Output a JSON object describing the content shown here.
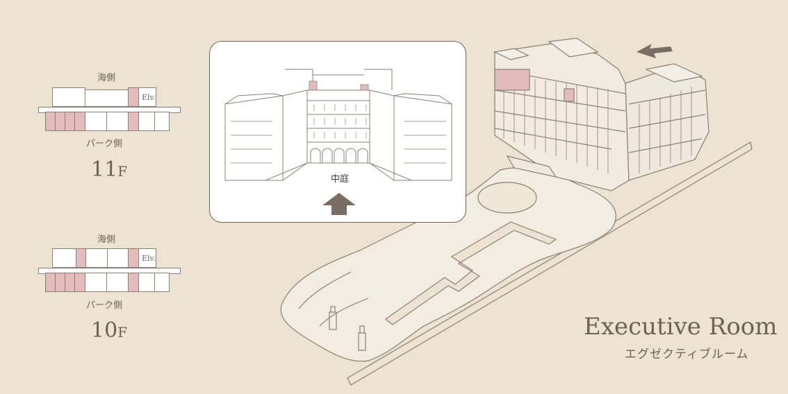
{
  "floors": [
    {
      "id": "11f",
      "top_label": "海側",
      "bottom_label": "パーク側",
      "number": "11",
      "suffix": "F",
      "elevator": "Elv."
    },
    {
      "id": "10f",
      "top_label": "海側",
      "bottom_label": "パーク側",
      "number": "10",
      "suffix": "F",
      "elevator": "Elv."
    }
  ],
  "inset": {
    "courtyard_label": "中庭"
  },
  "room": {
    "name_en": "Executive Room",
    "name_ja": "エグゼクティブルーム"
  },
  "colors": {
    "background": "#ece3d2",
    "line": "#8a7f74",
    "highlight": "#e4bcbc",
    "text": "#6e6257",
    "arrow": "#7a6e64"
  }
}
